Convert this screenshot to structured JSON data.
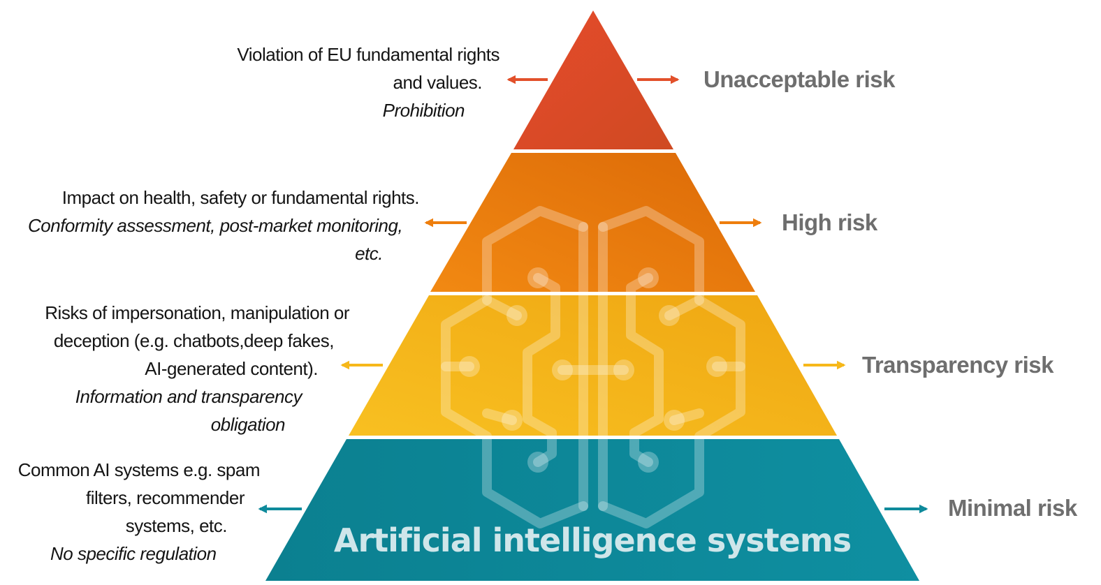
{
  "tiers": [
    {
      "key": "unacceptable",
      "risk_label": "Unacceptable risk",
      "color": "#e2502a",
      "lines": [
        {
          "text": "Violation of EU fundamental rights",
          "italic": false
        },
        {
          "text": "and values.",
          "italic": false
        },
        {
          "text": "Prohibition",
          "italic": true
        }
      ]
    },
    {
      "key": "high",
      "risk_label": "High risk",
      "color": "#ee7e0d",
      "lines": [
        {
          "text": "Impact on health, safety or fundamental rights.",
          "italic": false
        },
        {
          "text": "Conformity assessment, post-market monitoring,",
          "italic": true
        },
        {
          "text": "etc.",
          "italic": true
        }
      ]
    },
    {
      "key": "transparency",
      "risk_label": "Transparency risk",
      "color": "#f6b81a",
      "lines": [
        {
          "text": "Risks of impersonation, manipulation or",
          "italic": false
        },
        {
          "text": "deception (e.g. chatbots,deep fakes,",
          "italic": false
        },
        {
          "text": "AI-generated content).",
          "italic": false
        },
        {
          "text": "Information and transparency",
          "italic": true
        },
        {
          "text": "obligation",
          "italic": true
        }
      ]
    },
    {
      "key": "minimal",
      "risk_label": "Minimal risk",
      "color": "#0e8a9b",
      "lines": [
        {
          "text": "Common AI systems e.g. spam",
          "italic": false
        },
        {
          "text": "filters, recommender",
          "italic": false
        },
        {
          "text": "systems, etc.",
          "italic": false
        },
        {
          "text": "No specific regulation",
          "italic": true
        }
      ]
    }
  ],
  "base_title": "Artificial intelligence systems",
  "colors": {
    "risk_label": "#6e6e6e",
    "description_text": "#141414",
    "watermark": "#ffffff",
    "base_title": "#cfe6ea"
  },
  "icons": {
    "watermark": "brain-circuit-icon",
    "arrows": "double-headed-arrow-icon"
  }
}
